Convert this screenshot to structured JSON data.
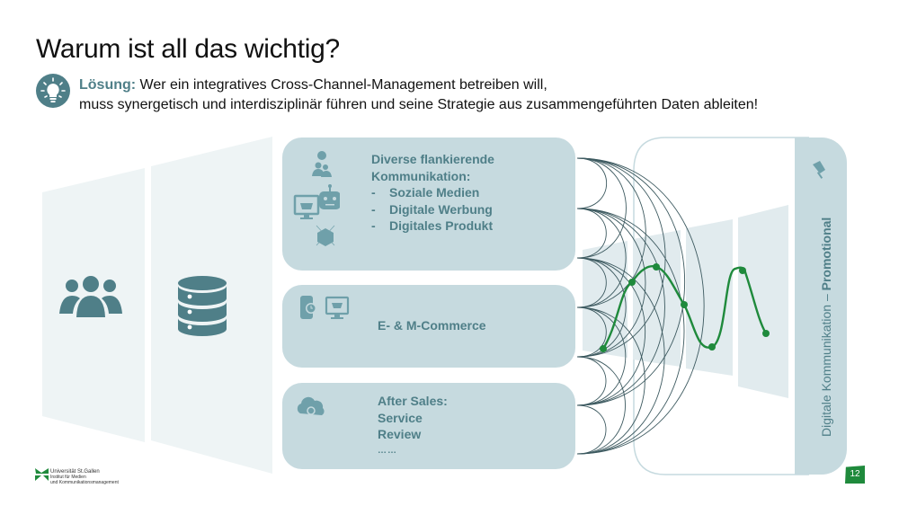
{
  "slide": {
    "title": "Warum ist all das wichtig?",
    "solution": {
      "icon": "lightbulb-icon",
      "label": "Lösung:",
      "line1": " Wer ein integratives Cross-Channel-Management betreiben will,",
      "line2": "muss synergetisch und interdisziplinär führen und seine Strategie aus zusammengeführten Daten ableiten!"
    }
  },
  "diagram": {
    "left_panels": [
      {
        "icon": "people-group-icon"
      },
      {
        "icon": "database-icon"
      }
    ],
    "boxes": [
      {
        "icons": [
          "chat-users-icon",
          "monitor-basket-robot-icon",
          "cube-icon"
        ],
        "heading_line1": "Diverse flankierende",
        "heading_line2": "Kommunikation:",
        "bullets": [
          "Soziale Medien",
          "Digitale Werbung",
          "Digitales Produkt"
        ],
        "dash": "-"
      },
      {
        "icons": [
          "mobile-clock-icon",
          "monitor-basket-icon"
        ],
        "heading": "E- & M-Commerce"
      },
      {
        "icons": [
          "cloud-gear-icon"
        ],
        "lines": [
          "After Sales:",
          "Service",
          "Review",
          "……"
        ]
      }
    ],
    "right_panel": {
      "icon": "megaphone-icon",
      "label_regular": "Digitale Kommunikation – ",
      "label_bold": "Promotional"
    },
    "colors": {
      "teal": "#4f7f88",
      "box": "#c6dadf",
      "panel": "#eef4f5",
      "curve": "#1f8a3c",
      "arcs": "#3d5a60"
    }
  },
  "footer": {
    "logo_name": "Universität St.Gallen",
    "logo_sub1": "Institut für Medien",
    "logo_sub2": "und Kommunikationsmanagement",
    "page_number": "12"
  }
}
